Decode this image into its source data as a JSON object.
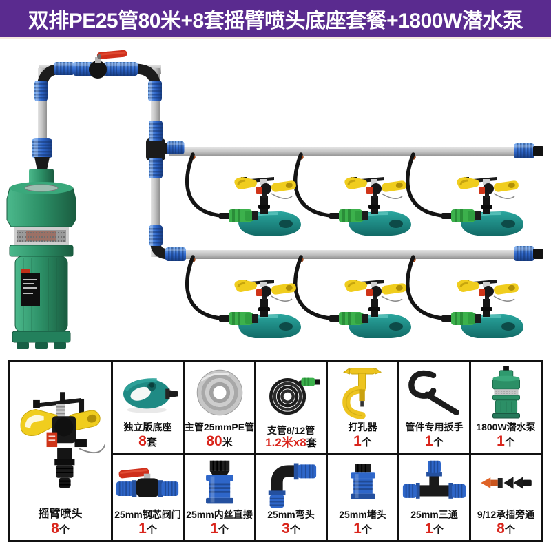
{
  "header": {
    "title": "双排PE25管80米+8套摇臂喷头底座套餐+1800W潜水泵"
  },
  "colors": {
    "header_bg": "#5a2b8f",
    "qty_red": "#d9251c",
    "fitting_blue": "#2e66c9",
    "pipe_gray": "#c6c6c6",
    "pump_green": "#2c8f66",
    "base_teal": "#1f8a84",
    "sprinkler_yellow": "#f0cd1e",
    "valve_red": "#cf2f1b",
    "barb_orange": "#df6327",
    "hose_black": "#141414"
  },
  "diagram": {
    "icons": [
      "submersible-pump-icon",
      "ball-valve-icon",
      "elbow-icon",
      "tee-icon",
      "end-plug-icon",
      "sprinkler-on-base-icon",
      "hose-icon",
      "pe-pipe-icon"
    ]
  },
  "parts": {
    "featured": {
      "name": "摇臂喷头",
      "qty_value": "8",
      "qty_unit": "个",
      "icon": "impact-sprinkler-icon"
    },
    "items": [
      {
        "name": "独立版底座",
        "qty_value": "8",
        "qty_unit": "套",
        "icon": "sprinkler-base-icon"
      },
      {
        "name": "主管25mmPE管",
        "qty_value": "80",
        "qty_unit": "米",
        "icon": "pe-pipe-coil-icon"
      },
      {
        "name": "支管8/12管",
        "qty_value": "1.2米x8",
        "qty_unit": "套",
        "icon": "branch-hose-coil-icon"
      },
      {
        "name": "打孔器",
        "qty_value": "1",
        "qty_unit": "个",
        "icon": "hole-puncher-icon"
      },
      {
        "name": "管件专用扳手",
        "qty_value": "1",
        "qty_unit": "个",
        "icon": "pipe-wrench-icon"
      },
      {
        "name": "1800W潜水泵",
        "qty_value": "1",
        "qty_unit": "个",
        "icon": "submersible-pump-icon"
      },
      {
        "name": "25mm钢芯阀门",
        "qty_value": "1",
        "qty_unit": "个",
        "icon": "ball-valve-icon"
      },
      {
        "name": "25mm内丝直接",
        "qty_value": "1",
        "qty_unit": "个",
        "icon": "straight-connector-icon"
      },
      {
        "name": "25mm弯头",
        "qty_value": "3",
        "qty_unit": "个",
        "icon": "elbow-icon"
      },
      {
        "name": "25mm堵头",
        "qty_value": "1",
        "qty_unit": "个",
        "icon": "end-plug-icon"
      },
      {
        "name": "25mm三通",
        "qty_value": "1",
        "qty_unit": "个",
        "icon": "tee-connector-icon"
      },
      {
        "name": "9/12承插旁通",
        "qty_value": "8",
        "qty_unit": "个",
        "icon": "barb-bypass-icon"
      }
    ]
  }
}
